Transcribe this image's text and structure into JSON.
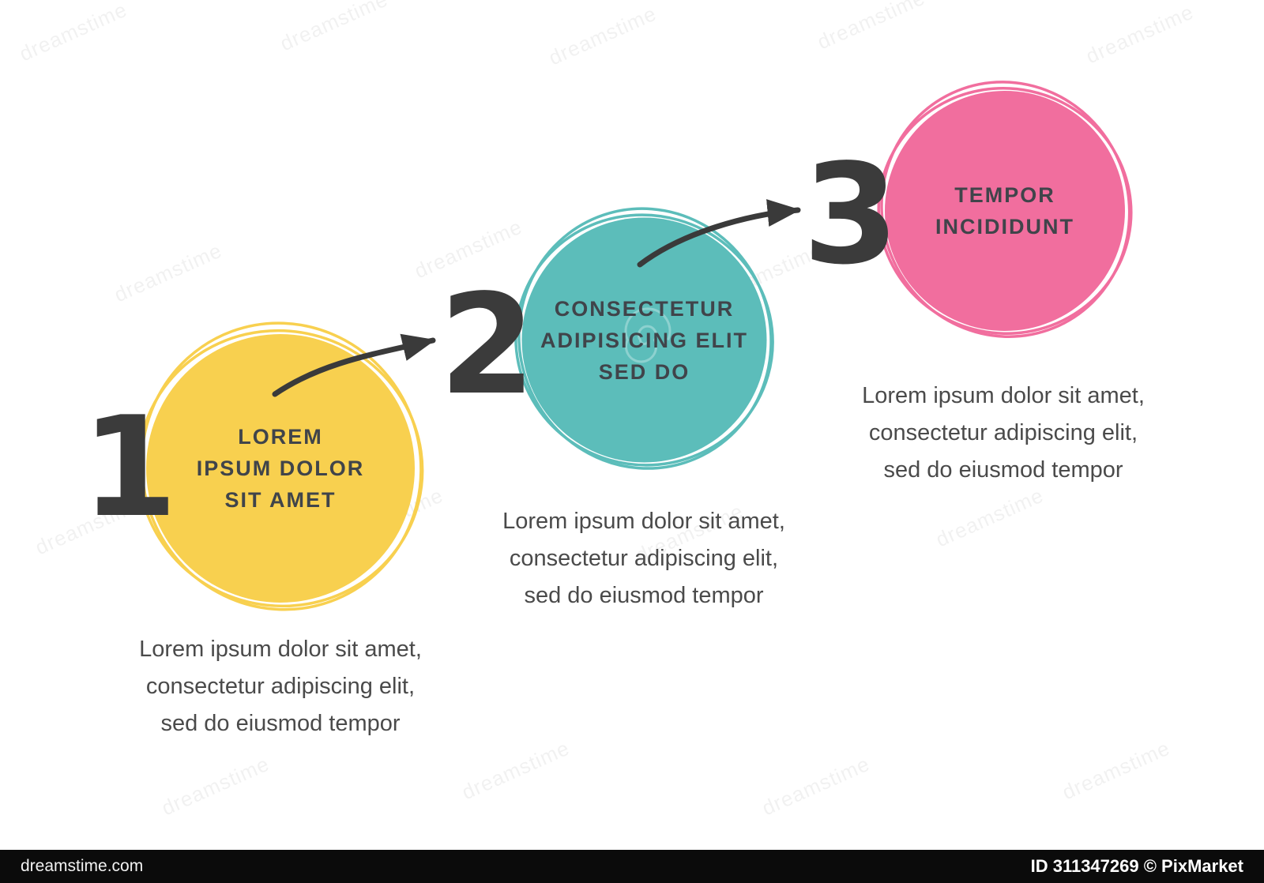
{
  "watermark": {
    "text": "dreamstime",
    "footer_site": "dreamstime.com",
    "footer_id": "ID 311347269 © PixMarket"
  },
  "steps": [
    {
      "number": "1",
      "color": "#F8D04F",
      "title": "LOREM\nIPSUM DOLOR\nSIT AMET",
      "description": "Lorem ipsum dolor sit amet,\nconsectetur adipiscing elit,\nsed do eiusmod tempor"
    },
    {
      "number": "2",
      "color": "#5CBDBA",
      "title": "CONSECTETUR\nADIPISICING ELIT\nSED DO",
      "description": "Lorem ipsum dolor sit amet,\nconsectetur adipiscing elit,\nsed do eiusmod tempor"
    },
    {
      "number": "3",
      "color": "#F16E9E",
      "title": "TEMPOR\nINCIDIDUNT",
      "description": "Lorem ipsum dolor sit amet,\nconsectetur adipiscing elit,\nsed do eiusmod tempor"
    }
  ]
}
